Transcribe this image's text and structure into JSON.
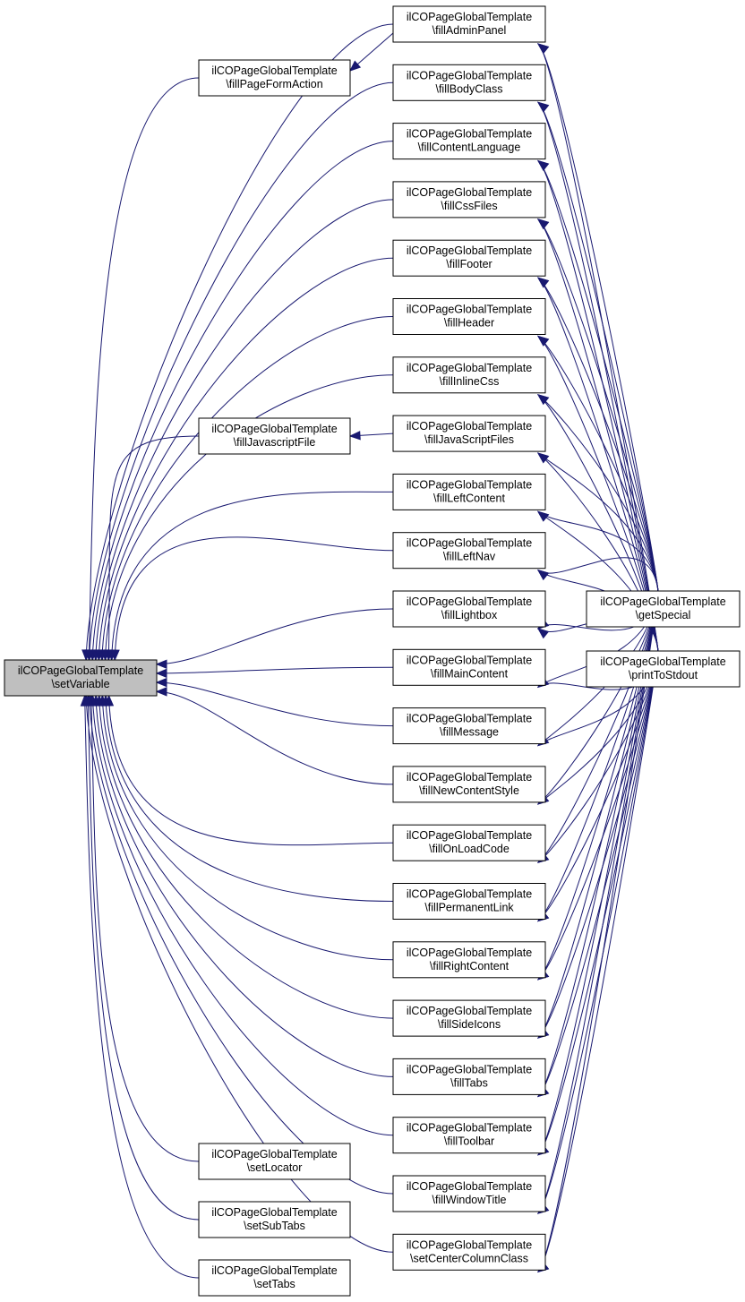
{
  "graph": {
    "edge_color": "#191970",
    "root_fill": "#bfbfbf",
    "nodes": {
      "setVariable": [
        "ilCOPageGlobalTemplate",
        "\\setVariable"
      ],
      "fillPageFormAction": [
        "ilCOPageGlobalTemplate",
        "\\fillPageFormAction"
      ],
      "fillJavascriptFile": [
        "ilCOPageGlobalTemplate",
        "\\fillJavascriptFile"
      ],
      "setLocator": [
        "ilCOPageGlobalTemplate",
        "\\setLocator"
      ],
      "setSubTabs": [
        "ilCOPageGlobalTemplate",
        "\\setSubTabs"
      ],
      "setTabs": [
        "ilCOPageGlobalTemplate",
        "\\setTabs"
      ],
      "fillAdminPanel": [
        "ilCOPageGlobalTemplate",
        "\\fillAdminPanel"
      ],
      "fillBodyClass": [
        "ilCOPageGlobalTemplate",
        "\\fillBodyClass"
      ],
      "fillContentLanguage": [
        "ilCOPageGlobalTemplate",
        "\\fillContentLanguage"
      ],
      "fillCssFiles": [
        "ilCOPageGlobalTemplate",
        "\\fillCssFiles"
      ],
      "fillFooter": [
        "ilCOPageGlobalTemplate",
        "\\fillFooter"
      ],
      "fillHeader": [
        "ilCOPageGlobalTemplate",
        "\\fillHeader"
      ],
      "fillInlineCss": [
        "ilCOPageGlobalTemplate",
        "\\fillInlineCss"
      ],
      "fillJavaScriptFiles": [
        "ilCOPageGlobalTemplate",
        "\\fillJavaScriptFiles"
      ],
      "fillLeftContent": [
        "ilCOPageGlobalTemplate",
        "\\fillLeftContent"
      ],
      "fillLeftNav": [
        "ilCOPageGlobalTemplate",
        "\\fillLeftNav"
      ],
      "fillLightbox": [
        "ilCOPageGlobalTemplate",
        "\\fillLightbox"
      ],
      "fillMainContent": [
        "ilCOPageGlobalTemplate",
        "\\fillMainContent"
      ],
      "fillMessage": [
        "ilCOPageGlobalTemplate",
        "\\fillMessage"
      ],
      "fillNewContentStyle": [
        "ilCOPageGlobalTemplate",
        "\\fillNewContentStyle"
      ],
      "fillOnLoadCode": [
        "ilCOPageGlobalTemplate",
        "\\fillOnLoadCode"
      ],
      "fillPermanentLink": [
        "ilCOPageGlobalTemplate",
        "\\fillPermanentLink"
      ],
      "fillRightContent": [
        "ilCOPageGlobalTemplate",
        "\\fillRightContent"
      ],
      "fillSideIcons": [
        "ilCOPageGlobalTemplate",
        "\\fillSideIcons"
      ],
      "fillTabs": [
        "ilCOPageGlobalTemplate",
        "\\fillTabs"
      ],
      "fillToolbar": [
        "ilCOPageGlobalTemplate",
        "\\fillToolbar"
      ],
      "fillWindowTitle": [
        "ilCOPageGlobalTemplate",
        "\\fillWindowTitle"
      ],
      "setCenterColumnClass": [
        "ilCOPageGlobalTemplate",
        "\\setCenterColumnClass"
      ],
      "getSpecial": [
        "ilCOPageGlobalTemplate",
        "\\getSpecial"
      ],
      "printToStdout": [
        "ilCOPageGlobalTemplate",
        "\\printToStdout"
      ]
    },
    "edges": [
      [
        "fillPageFormAction",
        "fillAdminPanel"
      ],
      [
        "fillJavascriptFile",
        "fillJavaScriptFiles"
      ],
      [
        "setVariable",
        "fillPageFormAction"
      ],
      [
        "setVariable",
        "fillJavascriptFile"
      ],
      [
        "setVariable",
        "setLocator"
      ],
      [
        "setVariable",
        "setSubTabs"
      ],
      [
        "setVariable",
        "setTabs"
      ],
      [
        "setVariable",
        "fillAdminPanel"
      ],
      [
        "setVariable",
        "fillBodyClass"
      ],
      [
        "setVariable",
        "fillContentLanguage"
      ],
      [
        "setVariable",
        "fillCssFiles"
      ],
      [
        "setVariable",
        "fillFooter"
      ],
      [
        "setVariable",
        "fillHeader"
      ],
      [
        "setVariable",
        "fillInlineCss"
      ],
      [
        "setVariable",
        "fillLeftContent"
      ],
      [
        "setVariable",
        "fillLeftNav"
      ],
      [
        "setVariable",
        "fillLightbox"
      ],
      [
        "setVariable",
        "fillMainContent"
      ],
      [
        "setVariable",
        "fillMessage"
      ],
      [
        "setVariable",
        "fillNewContentStyle"
      ],
      [
        "setVariable",
        "fillOnLoadCode"
      ],
      [
        "setVariable",
        "fillPermanentLink"
      ],
      [
        "setVariable",
        "fillRightContent"
      ],
      [
        "setVariable",
        "fillSideIcons"
      ],
      [
        "setVariable",
        "fillTabs"
      ],
      [
        "setVariable",
        "fillToolbar"
      ],
      [
        "setVariable",
        "fillWindowTitle"
      ],
      [
        "setVariable",
        "setCenterColumnClass"
      ],
      [
        "fillAdminPanel",
        "getSpecial"
      ],
      [
        "fillAdminPanel",
        "printToStdout"
      ],
      [
        "fillBodyClass",
        "getSpecial"
      ],
      [
        "fillBodyClass",
        "printToStdout"
      ],
      [
        "fillContentLanguage",
        "getSpecial"
      ],
      [
        "fillContentLanguage",
        "printToStdout"
      ],
      [
        "fillCssFiles",
        "getSpecial"
      ],
      [
        "fillCssFiles",
        "printToStdout"
      ],
      [
        "fillFooter",
        "getSpecial"
      ],
      [
        "fillFooter",
        "printToStdout"
      ],
      [
        "fillHeader",
        "getSpecial"
      ],
      [
        "fillHeader",
        "printToStdout"
      ],
      [
        "fillInlineCss",
        "getSpecial"
      ],
      [
        "fillInlineCss",
        "printToStdout"
      ],
      [
        "fillJavaScriptFiles",
        "getSpecial"
      ],
      [
        "fillJavaScriptFiles",
        "printToStdout"
      ],
      [
        "fillLeftContent",
        "getSpecial"
      ],
      [
        "fillLeftContent",
        "printToStdout"
      ],
      [
        "fillLeftNav",
        "getSpecial"
      ],
      [
        "fillLeftNav",
        "printToStdout"
      ],
      [
        "fillLightbox",
        "getSpecial"
      ],
      [
        "fillLightbox",
        "printToStdout"
      ],
      [
        "fillMainContent",
        "getSpecial"
      ],
      [
        "fillMainContent",
        "printToStdout"
      ],
      [
        "fillMessage",
        "getSpecial"
      ],
      [
        "fillMessage",
        "printToStdout"
      ],
      [
        "fillNewContentStyle",
        "getSpecial"
      ],
      [
        "fillNewContentStyle",
        "printToStdout"
      ],
      [
        "fillOnLoadCode",
        "getSpecial"
      ],
      [
        "fillOnLoadCode",
        "printToStdout"
      ],
      [
        "fillPermanentLink",
        "getSpecial"
      ],
      [
        "fillPermanentLink",
        "printToStdout"
      ],
      [
        "fillRightContent",
        "getSpecial"
      ],
      [
        "fillRightContent",
        "printToStdout"
      ],
      [
        "fillSideIcons",
        "getSpecial"
      ],
      [
        "fillSideIcons",
        "printToStdout"
      ],
      [
        "fillTabs",
        "getSpecial"
      ],
      [
        "fillTabs",
        "printToStdout"
      ],
      [
        "fillToolbar",
        "getSpecial"
      ],
      [
        "fillToolbar",
        "printToStdout"
      ],
      [
        "fillWindowTitle",
        "getSpecial"
      ],
      [
        "fillWindowTitle",
        "printToStdout"
      ],
      [
        "setCenterColumnClass",
        "getSpecial"
      ],
      [
        "setCenterColumnClass",
        "printToStdout"
      ]
    ]
  }
}
